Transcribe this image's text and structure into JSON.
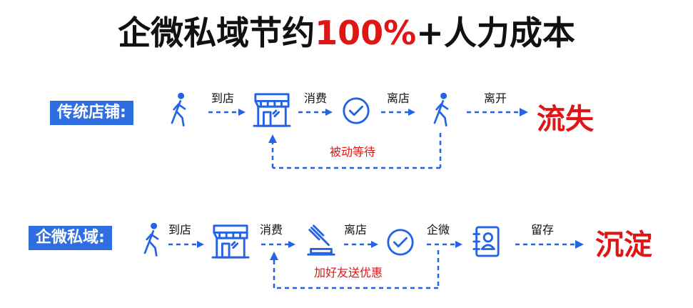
{
  "title": {
    "main": "企微私域节约",
    "highlight": "100%",
    "tail": "+人力成本"
  },
  "row1": {
    "tag": "传统店铺:",
    "step_labels": [
      "到店",
      "消费",
      "离店",
      "离开"
    ],
    "loop_label": "被动等待",
    "result": "流失"
  },
  "row2": {
    "tag": "企微私域:",
    "step_labels": [
      "到店",
      "消费",
      "离店",
      "企微",
      "留存"
    ],
    "loop_label": "加好友送优惠",
    "result": "沉淀"
  },
  "colors": {
    "accent": "#2563e6",
    "tag_bg": "#2f6ee0",
    "highlight": "#e01515"
  },
  "icons": [
    "walking-person-icon",
    "store-icon",
    "check-circle-icon",
    "gavel-icon",
    "contact-book-icon"
  ]
}
